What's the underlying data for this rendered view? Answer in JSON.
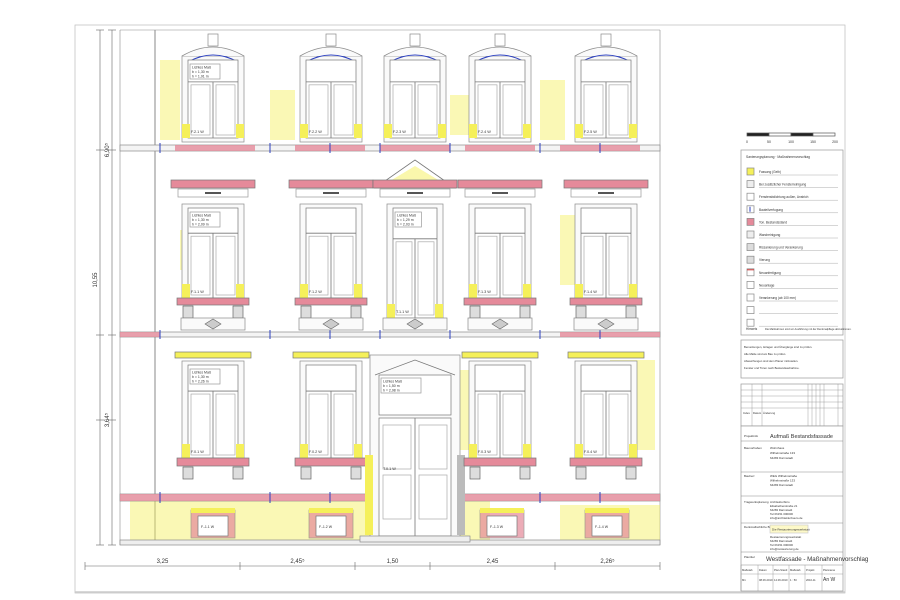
{
  "colors": {
    "yellow": "#f5f05a",
    "pink": "#e58a9a",
    "blue": "#2b3fbf",
    "line": "#8a8a8a"
  },
  "dimensions": {
    "bottom": [
      "3,25",
      "2,45⁵",
      "1,50",
      "2,45",
      "2,26⁵"
    ],
    "total_height": "10,55",
    "upper_height": "6,90⁵",
    "lower_height": "3,64⁵"
  },
  "windows": {
    "row1": [
      "F.2.1 W",
      "F.2.2 W",
      "F.2.3 W",
      "F.2.4 W",
      "F.2.5 W"
    ],
    "row2": [
      "F.1.1 W",
      "F.1.2 W",
      "T.1.1 W",
      "F.1.3 W",
      "F.1.4 W"
    ],
    "row3": [
      "F.0.1 W",
      "F.0.2 W",
      "T.0.1 W",
      "F.0.3 W",
      "F.0.4 W"
    ],
    "basement": [
      "F.-1.1 W",
      "F.-1.2 W",
      "F.-1.3 W",
      "F.-1.4 W"
    ]
  },
  "clear_dims": {
    "r1": {
      "title": "Lichtes Maß",
      "b": "b = 1,30 m",
      "h": "h = 1,91 m"
    },
    "r2a": {
      "title": "Lichtes Maß",
      "b": "b = 1,30 m",
      "h": "h = 2,09 m"
    },
    "r2b": {
      "title": "Lichtes Maß",
      "b": "b = 1,29 m",
      "h": "h = 2,03 m"
    },
    "r3a": {
      "title": "Lichtes Maß",
      "b": "b = 1,30 m",
      "h": "h = 2,26 m"
    },
    "door": {
      "title": "Lichtes Maß",
      "b": "b = 1,50 m",
      "h": "h = 2,98 m"
    }
  },
  "scale_bar": [
    "0",
    "50",
    "100",
    "150",
    "200"
  ],
  "legend": {
    "title": "Sanierungsplanung · Maßnahmenvorschlag",
    "items": [
      "Fassung (Gelb)",
      "Bei zusätzlicher Fensterreinigung",
      "Fensterabdichtung außen, Anstrich",
      "Bauteilverfugung",
      "Ton. Bestandsstand",
      "Wandreinigung",
      "Rissanierung und Verankerung",
      "Vierung",
      "Neuanfertigung",
      "Neuanlage",
      "Verankerung (ab 100 mm)",
      "",
      ""
    ],
    "note_label": "Hinweis",
    "note": "Die Maßnahmen sind vor Ausführung mit der Denkmalpflege abzustimmen."
  },
  "notes": [
    "Bemerkungen, Anlagen und Übergänge sind zu prüfen.",
    "Alle Maße sind am Bau zu prüfen.",
    "Abweichungen sind dem Planer mitzuteilen.",
    "Fenster und Türen nach Bestandsaufnahme."
  ],
  "revision_headers": [
    "Index",
    "Datum",
    "Änderung"
  ],
  "title_block": {
    "project_label": "Projektinfo",
    "project": "Aufmaß Bestandsfassade",
    "object_label": "Bauvorhaben",
    "object": [
      "Wohnhaus",
      "Wilhelmstraße 133",
      "64283 Darmstadt"
    ],
    "client_label": "Bauherr",
    "client": [
      "WEG Wilhelmstraße",
      "Wilhelmstraße 133",
      "64283 Darmstadt"
    ],
    "planner_label": "Tragwerksplanung",
    "planner": [
      "Architekturbüro",
      "Elisabethenstraße 21",
      "64283 Darmstadt",
      "Tel 06151 000000",
      "info@architekturbuero.de"
    ],
    "consult_label": "Denkmalfachliche Beratung",
    "consult_logo": "Die Restaurierungswerkstatt",
    "consult": [
      "Restaurierungswerkstatt",
      "64283 Darmstadt",
      "Tel 06151 000000",
      "info@restaurierung.de"
    ],
    "plan_label": "Plantitel",
    "plan_title": "Westfassade - Maßnahmenvorschlag",
    "footer_headers": [
      "Maßstab",
      "Datum",
      "Plan-Stand",
      "Maßstab",
      "Projekt",
      "Planname"
    ],
    "footer_values": [
      "M1",
      "08.06.2010",
      "14.06.2010",
      "1 : 50",
      "2010-11",
      "An W"
    ]
  }
}
